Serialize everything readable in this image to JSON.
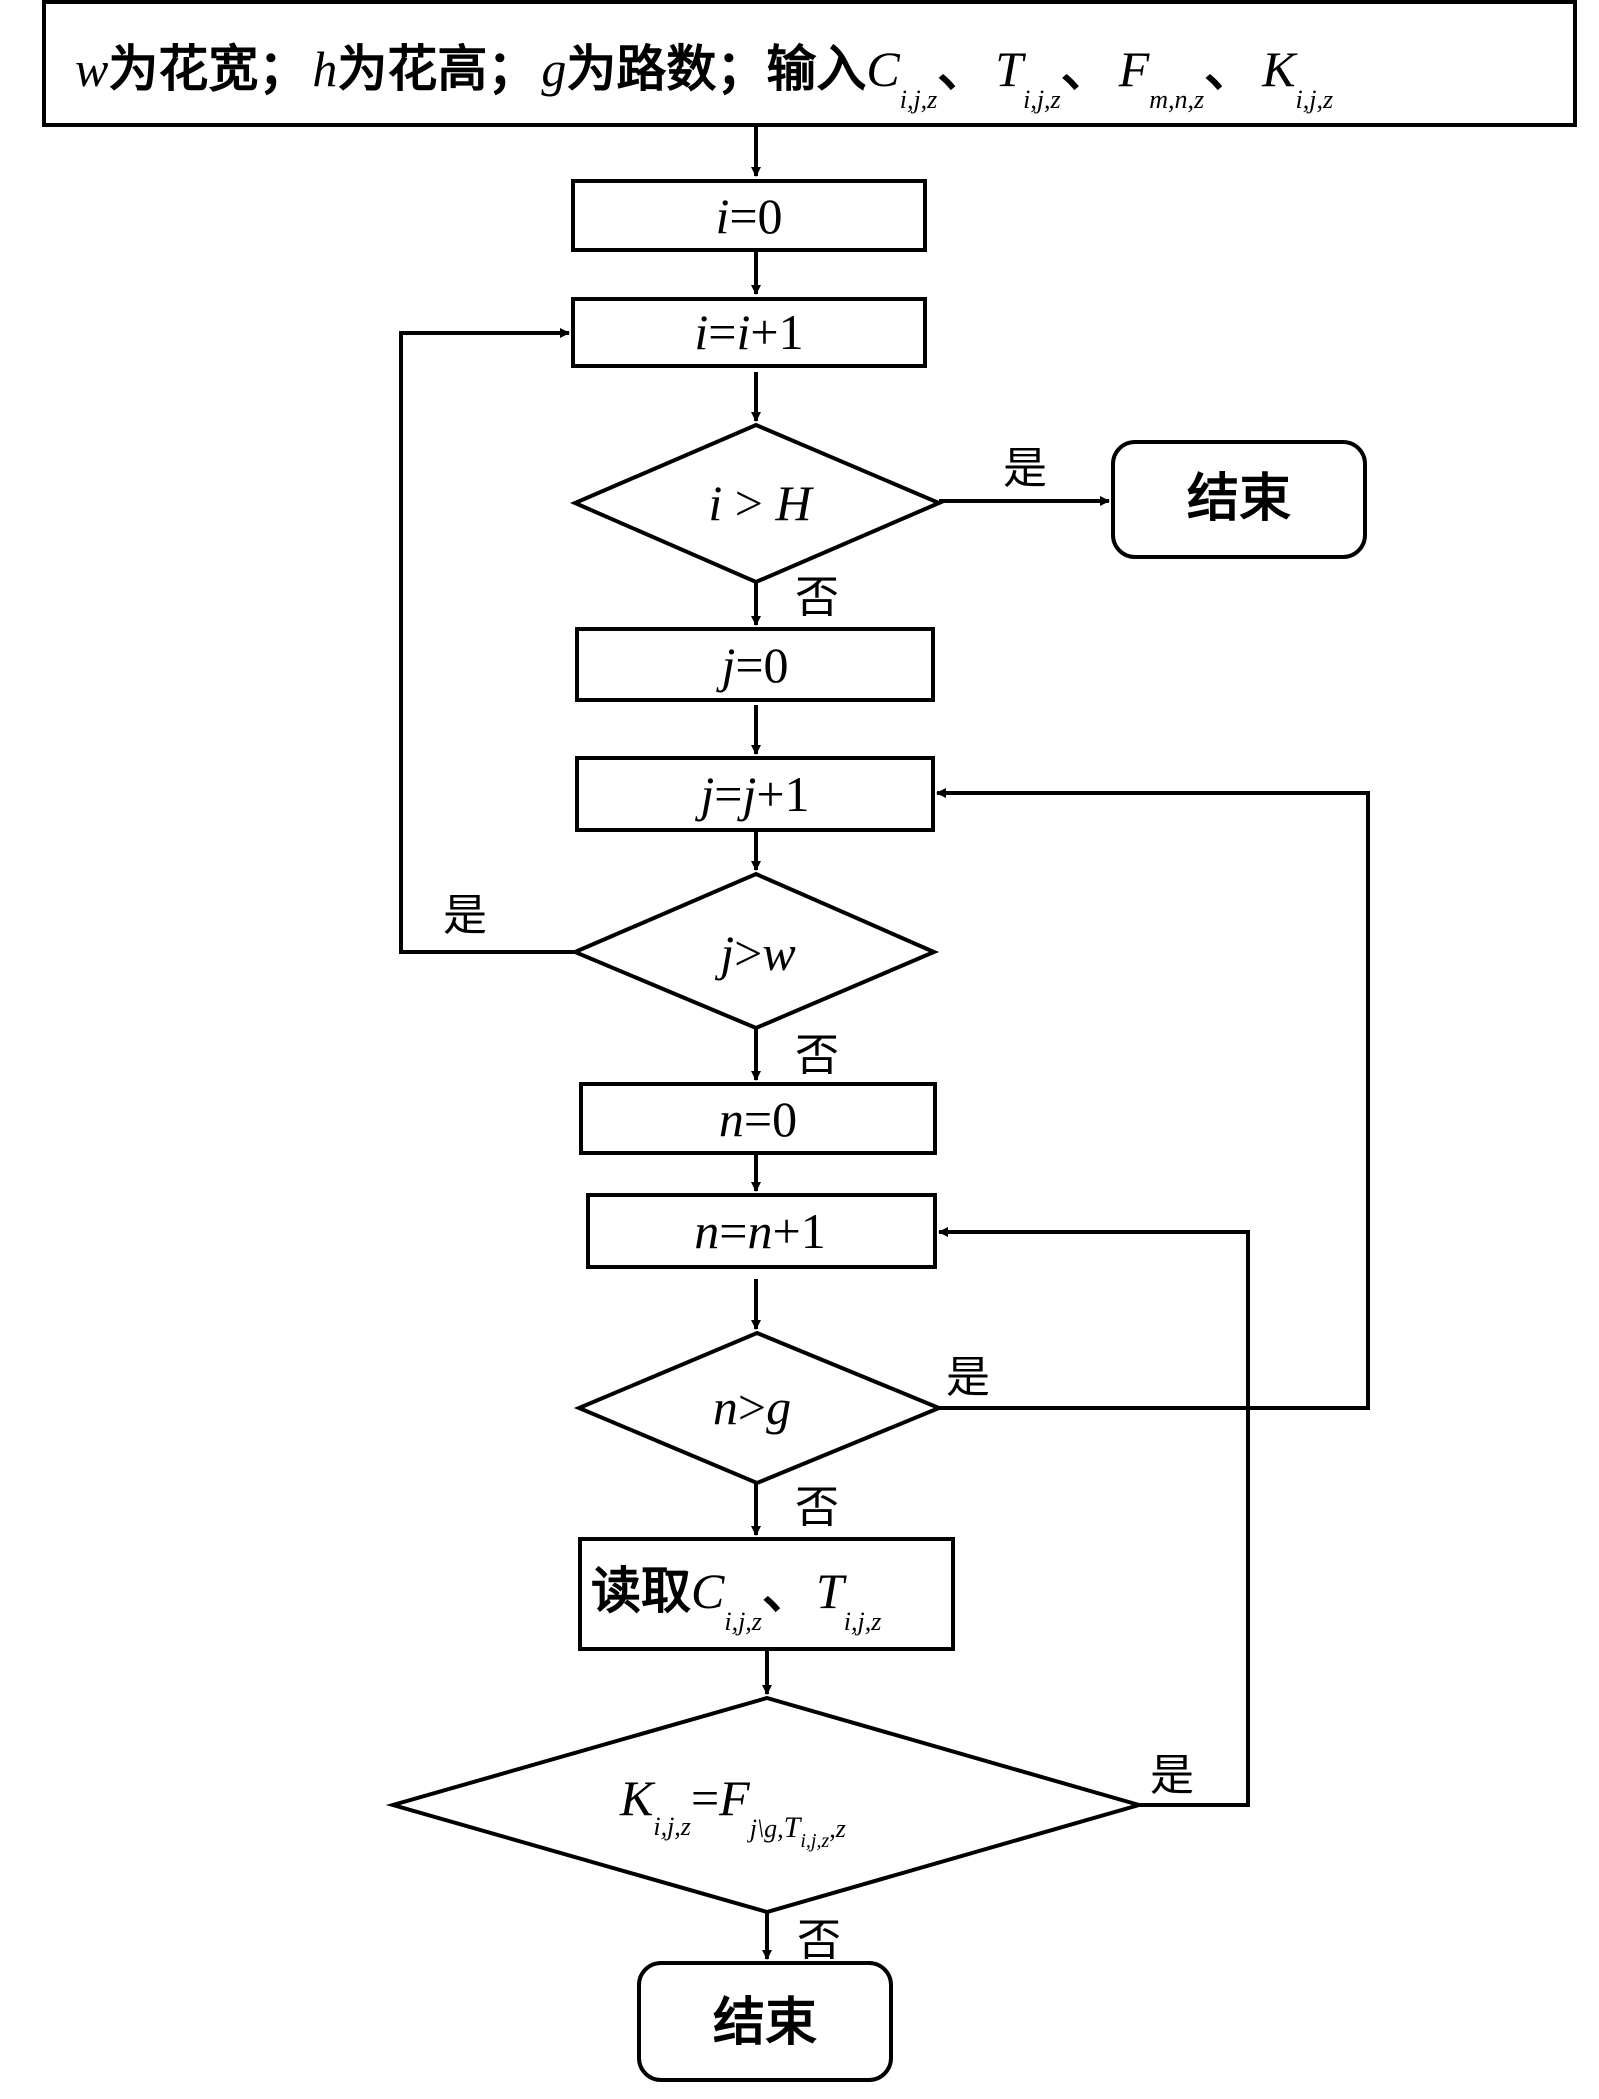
{
  "header": {
    "w_var": "w",
    "w_desc": "为花宽；",
    "h_var": "h",
    "h_desc": "为花高；",
    "g_var": "g",
    "g_desc": "为路数；",
    "input_label": "输入",
    "sep": "、",
    "vars": [
      {
        "base": "C",
        "sub": "i,j,z"
      },
      {
        "base": "T",
        "sub": "i,j,z"
      },
      {
        "base": "F",
        "sub": "m,n,z"
      },
      {
        "base": "K",
        "sub": "i,j,z"
      }
    ]
  },
  "nodes": {
    "init_i": {
      "var": "i",
      "rest": "=0"
    },
    "inc_i": {
      "var1": "i",
      "eq": "=",
      "var2": "i",
      "rest": "+1"
    },
    "cond_i": {
      "var": "i",
      "op": " > ",
      "limit": "H"
    },
    "end_top": {
      "label": "结束"
    },
    "init_j": {
      "var": "j",
      "rest": "=0"
    },
    "inc_j": {
      "var1": "j",
      "eq": "=",
      "var2": "j",
      "rest": "+1"
    },
    "cond_j": {
      "var": "j",
      "op": ">",
      "limit": "w"
    },
    "init_n": {
      "var": "n",
      "rest": "=0"
    },
    "inc_n": {
      "var1": "n",
      "eq": "=",
      "var2": "n",
      "rest": "+1"
    },
    "cond_n": {
      "var": "n",
      "op": ">",
      "limit": "g"
    },
    "read": {
      "label": "读取",
      "c_base": "C",
      "c_sub": "i,j,z",
      "sep": "、",
      "t_base": "T",
      "t_sub": "i,j,z"
    },
    "cond_k": {
      "k_base": "K",
      "k_sub": "i,j,z",
      "eq": "=",
      "f_base": "F",
      "f_sub1": "j\\g,",
      "f_t": "T",
      "f_t_sub": "i,j,z",
      "f_sub2": ",z"
    },
    "end_bottom": {
      "label": "结束"
    }
  },
  "edge_labels": {
    "yes": "是",
    "no": "否"
  }
}
